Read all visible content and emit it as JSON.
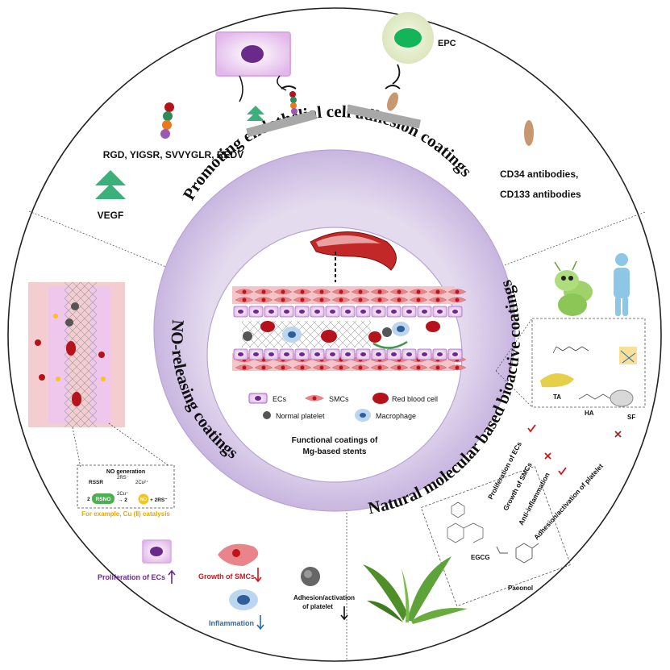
{
  "ring": {
    "top": "Promoting endothelial cell adhesion coatings",
    "left": "NO-releasing coatings",
    "right": "Natural molecular based bioactive coatings"
  },
  "center": {
    "legend": {
      "ecs": "ECs",
      "smcs": "SMCs",
      "rbc": "Red blood cell",
      "platelet": "Normal platelet",
      "macrophage": "Macrophage"
    },
    "caption_line1": "Functional coatings of",
    "caption_line2": "Mg-based stents"
  },
  "top_section": {
    "peptides": "RGD, YIGSR, SVVYGLR, REDV",
    "vegf": "VEGF",
    "epc": "EPC",
    "antibodies_line1": "CD34 antibodies,",
    "antibodies_line2": "CD133 antibodies"
  },
  "left_section": {
    "no_generation": "NO generation",
    "rssr": "RSSR",
    "two_rs": "2RS⁻",
    "two_cu2": "2Cu²⁺",
    "two_cu": "2Cu⁺",
    "two_left": "2",
    "rsno": "RSNO",
    "two_mid": "→ 2",
    "no": "NO",
    "plus_2rs": "+ 2RS⁻",
    "example": "For example, Cu (Ⅱ) catalysis",
    "prolif_ecs": "Proliferation of ECs",
    "growth_smcs": "Growth of SMCs",
    "adhesion_line1": "Adhesion/activation",
    "adhesion_line2": "of platelet",
    "inflammation": "Inflammation"
  },
  "right_section": {
    "ta": "TA",
    "ha": "HA",
    "sf": "SF",
    "effect1": "Proliferation of ECs",
    "effect2": "Growth of SMCs",
    "effect3": "Anti-inflammation",
    "effect4": "Adhesion/activation of platelet",
    "egcg": "EGCG",
    "paeonol": "Paeonol"
  },
  "colors": {
    "ring": "#d7cbe6",
    "ring_edge": "#b7a4d3",
    "ec_fill": "#ecc8ec",
    "nucleus": "#6a2a8a",
    "smc": "#e8848a",
    "rbc": "#b5121b",
    "vegf": "#3bb07a",
    "epc_outer": "#e6efcc",
    "epc_core": "#14b45a",
    "up_purple": "#6a2a8a",
    "down_red": "#d2141c",
    "down_blue": "#2f6aa6",
    "cross": "#d2141c",
    "check": "#d2141c",
    "no_yellow": "#f5c518",
    "rsno_green": "#4caf50",
    "example_text": "#e8a800"
  }
}
